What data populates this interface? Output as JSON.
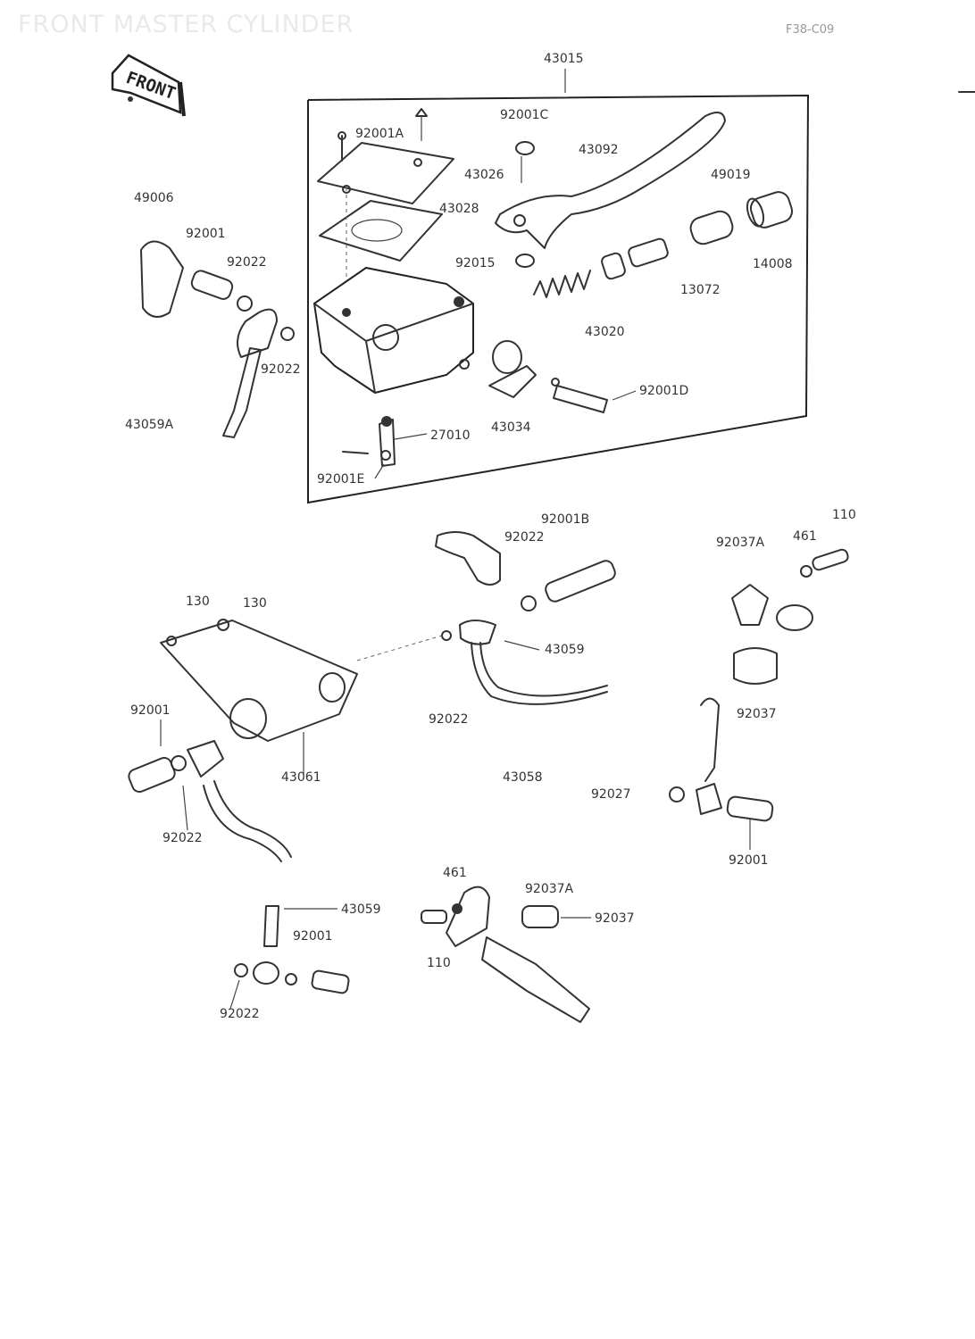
{
  "page": {
    "title": "FRONT MASTER CYLINDER",
    "ref_code": "F38-C09"
  },
  "front_marker": {
    "text": "FRONT"
  },
  "labels": {
    "l_43015": "43015",
    "l_92001C": "92001C",
    "l_92001A": "92001A",
    "l_43092": "43092",
    "l_43026": "43026",
    "l_49019": "49019",
    "l_49006": "49006",
    "l_43028": "43028",
    "l_92001a": "92001",
    "l_92022a": "92022",
    "l_92015": "92015",
    "l_14008": "14008",
    "l_13072": "13072",
    "l_43020": "43020",
    "l_92022b": "92022",
    "l_92001D": "92001D",
    "l_43059A": "43059A",
    "l_27010": "27010",
    "l_43034": "43034",
    "l_92001E": "92001E",
    "l_92001B": "92001B",
    "l_92022c": "92022",
    "l_92037A_top": "92037A",
    "l_461a": "461",
    "l_110a": "110",
    "l_130a": "130",
    "l_130b": "130",
    "l_43059b": "43059",
    "l_92001b": "92001",
    "l_92022d": "92022",
    "l_92037": "92037",
    "l_43061": "43061",
    "l_43058": "43058",
    "l_92027": "92027",
    "l_92022e": "92022",
    "l_92001c": "92001",
    "l_461b": "461",
    "l_92037A_bot": "92037A",
    "l_43059c": "43059",
    "l_92037b": "92037",
    "l_92001d": "92001",
    "l_110b": "110",
    "l_92022f": "92022"
  }
}
